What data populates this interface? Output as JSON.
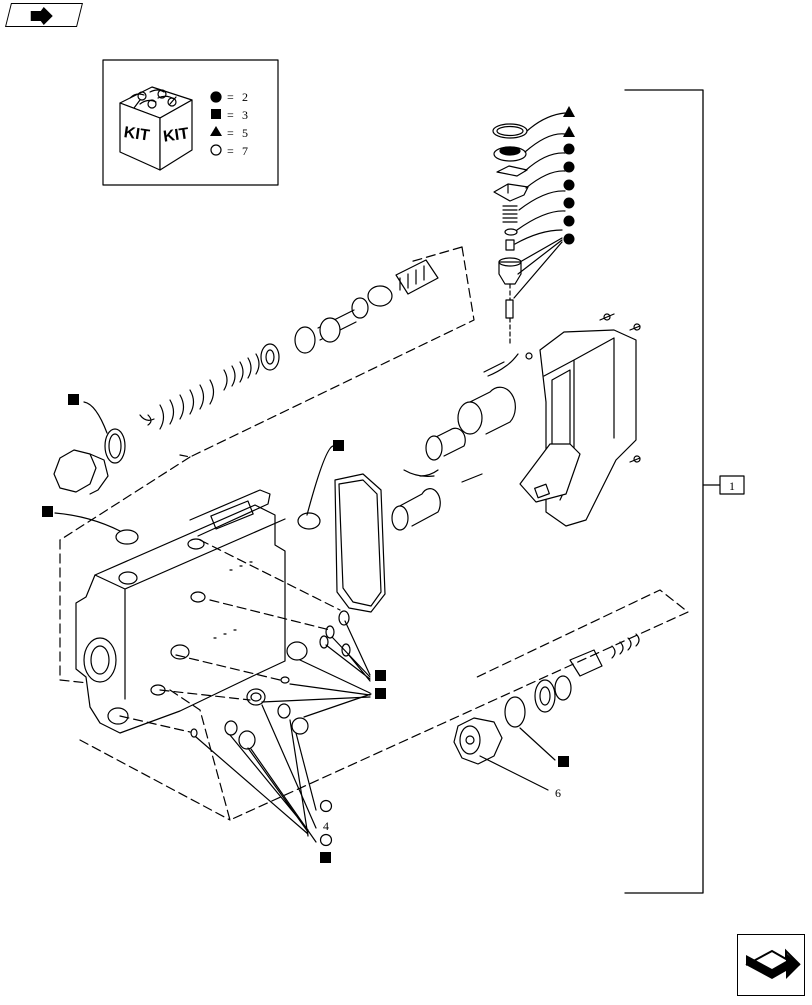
{
  "navigation": {
    "prev_icon": "arrow-back-icon",
    "next_icon": "arrow-next-icon"
  },
  "kit_legend": {
    "kit_label_left": "KIT",
    "kit_label_right": "KIT",
    "entries": [
      {
        "symbol": "filled-circle",
        "separator": "=",
        "count": "2"
      },
      {
        "symbol": "filled-square",
        "separator": "=",
        "count": "3"
      },
      {
        "symbol": "filled-triangle",
        "separator": "=",
        "count": "5"
      },
      {
        "symbol": "open-circle",
        "separator": "=",
        "count": "7"
      }
    ]
  },
  "assembly": {
    "reference_number": "1"
  },
  "part_refs": {
    "plug_label": "6",
    "seal_label": "4"
  },
  "colors": {
    "line": "#000000",
    "background": "#ffffff"
  }
}
